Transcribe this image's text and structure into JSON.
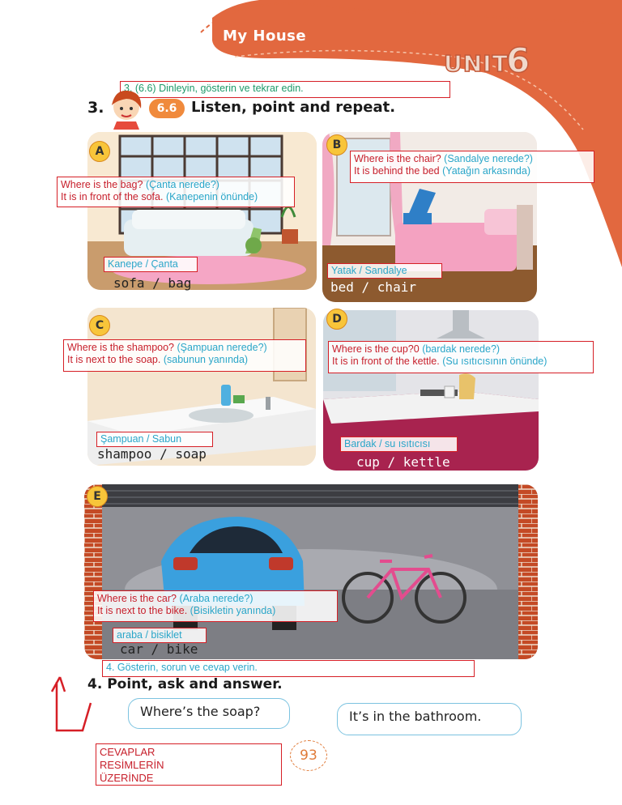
{
  "header": {
    "title": "My House",
    "unit_label": "UNIT",
    "unit_number": "6"
  },
  "exercise3": {
    "note": "3. (6.6) Dinleyin, gösterin ve tekrar edin.",
    "number": "3.",
    "track": "6.6",
    "title": "Listen, point and repeat."
  },
  "panels": [
    {
      "letter": "A",
      "question": "Where is the bag?",
      "question_tr": "(Çanta nerede?)",
      "answer": "It is in front of the sofa.",
      "answer_tr": "(Kanepenin önünde)",
      "words_tr": "Kanepe / Çanta",
      "caption": "sofa / bag"
    },
    {
      "letter": "B",
      "question": "Where is the chair?",
      "question_tr": "(Sandalye nerede?)",
      "answer": "It is behind the bed",
      "answer_tr": "(Yatağın arkasında)",
      "words_tr": "Yatak / Sandalye",
      "caption": "bed / chair"
    },
    {
      "letter": "C",
      "question": "Where is the shampoo?",
      "question_tr": "(Şampuan nerede?)",
      "answer": "It is next to the soap.",
      "answer_tr": "(sabunun yanında)",
      "words_tr": "Şampuan / Sabun",
      "caption": "shampoo / soap"
    },
    {
      "letter": "D",
      "question": "Where is the cup?0",
      "question_tr": "(bardak nerede?)",
      "answer": "It is in front of the kettle.",
      "answer_tr": "(Su ısıtıcısının önünde)",
      "words_tr": "Bardak / su ısıtıcısı",
      "caption": "cup / kettle"
    },
    {
      "letter": "E",
      "question": "Where is the car?",
      "question_tr": "(Araba nerede?)",
      "answer": "It is next to the bike.",
      "answer_tr": "(Bisikletin yanında)",
      "words_tr": "araba / bisiklet",
      "caption": "car / bike"
    }
  ],
  "exercise4": {
    "note": "4. Gösterin, sorun ve cevap verin.",
    "number": "4.",
    "title": "Point, ask and answer.",
    "bubble_question": "Where’s the soap?",
    "bubble_answer": "It’s in the bathroom."
  },
  "answers_note": [
    "CEVAPLAR",
    "RESİMLERİN",
    "ÜZERİNDE"
  ],
  "page_number": "93",
  "colors": {
    "banner": "#e2683f",
    "track": "#f08a3c",
    "annotation_border": "#d61f26",
    "letter_badge": "#f8c53a"
  }
}
